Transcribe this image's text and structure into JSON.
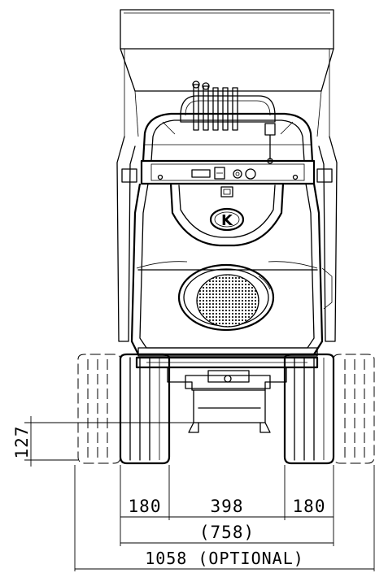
{
  "drawing": {
    "logo_letter": "K",
    "dimensions": {
      "ground_clearance": "127",
      "track_left": "180",
      "track_gap": "398",
      "track_right": "180",
      "overall_width": "(758)",
      "optional_width": "1058 (OPTIONAL)"
    }
  }
}
